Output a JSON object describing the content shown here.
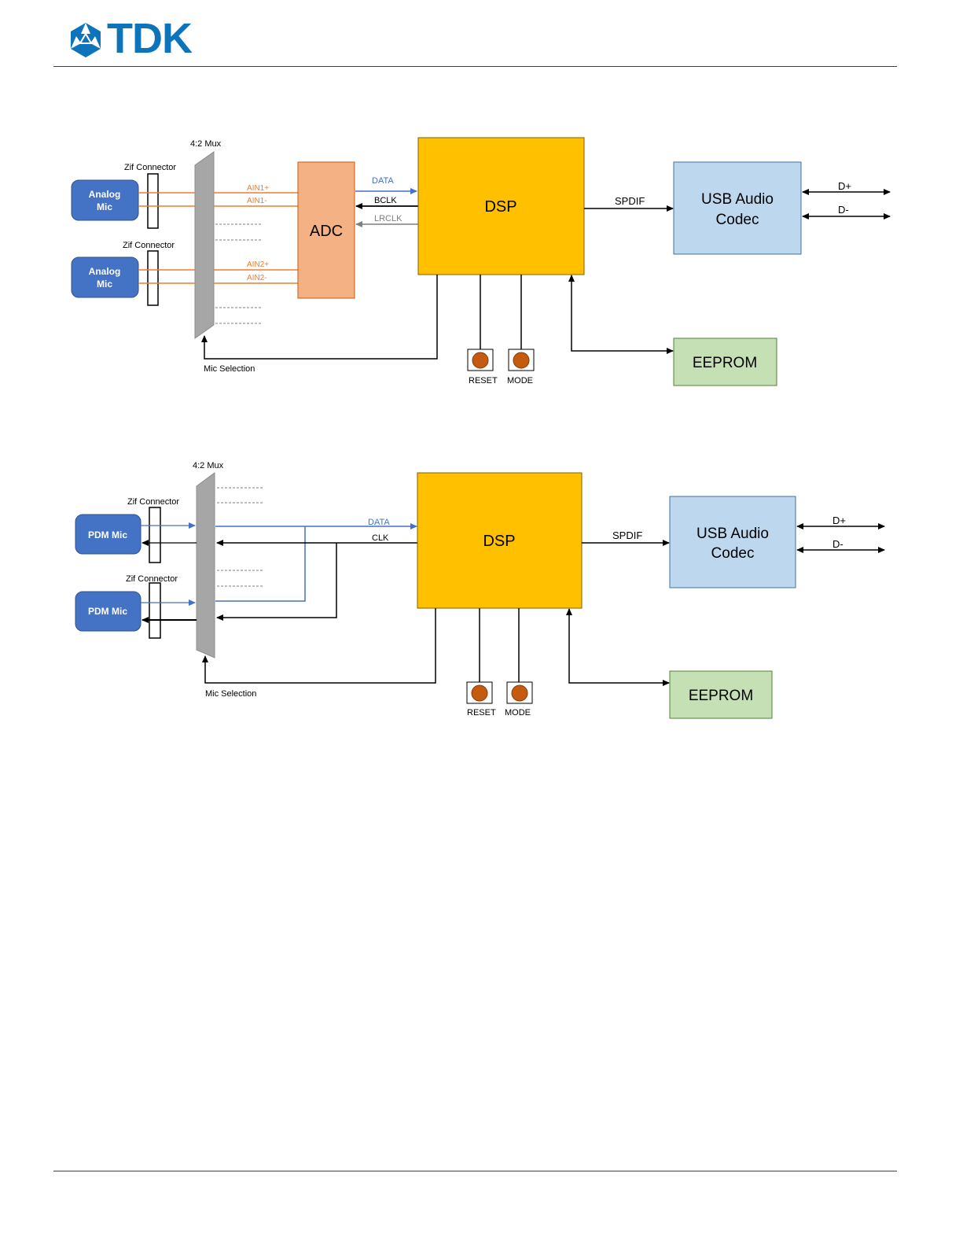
{
  "brand": {
    "name": "TDK",
    "color": "#0d74bc"
  },
  "colors": {
    "dsp": "#ffc000",
    "adc": "#f4b183",
    "codec": "#bdd7ee",
    "eeprom": "#c5e0b4",
    "mic": "#4472c4",
    "mux": "#a6a6a6",
    "analog_line": "#ed7d31",
    "data_line": "#4472c4",
    "button": "#c55a11"
  },
  "diagram1": {
    "mux_label": "4:2 Mux",
    "zif1_label": "Zif Connector",
    "zif2_label": "Zif Connector",
    "mic1": [
      "Analog",
      "Mic"
    ],
    "mic2": [
      "Analog",
      "Mic"
    ],
    "ain1p": "AIN1+",
    "ain1m": "AIN1-",
    "ain2p": "AIN2+",
    "ain2m": "AIN2-",
    "adc": "ADC",
    "data": "DATA",
    "bclk": "BCLK",
    "lrclk": "LRCLK",
    "dsp": "DSP",
    "spdif": "SPDIF",
    "codec": [
      "USB Audio",
      "Codec"
    ],
    "dplus": "D+",
    "dminus": "D-",
    "eeprom": "EEPROM",
    "reset": "RESET",
    "mode": "MODE",
    "mic_selection": "Mic Selection"
  },
  "diagram2": {
    "mux_label": "4:2 Mux",
    "zif1_label": "Zif Connector",
    "zif2_label": "Zif Connector",
    "mic1": "PDM Mic",
    "mic2": "PDM Mic",
    "data": "DATA",
    "clk": "CLK",
    "dsp": "DSP",
    "spdif": "SPDIF",
    "codec": [
      "USB Audio",
      "Codec"
    ],
    "dplus": "D+",
    "dminus": "D-",
    "eeprom": "EEPROM",
    "reset": "RESET",
    "mode": "MODE",
    "mic_selection": "Mic Selection"
  }
}
